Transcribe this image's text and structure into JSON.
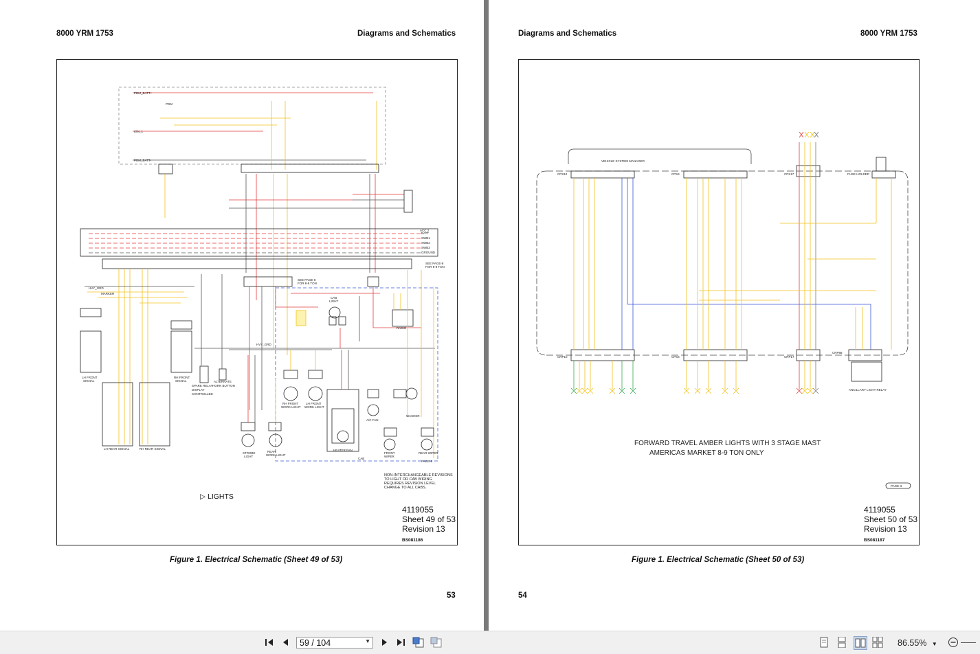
{
  "left_page": {
    "doc_id": "8000 YRM 1753",
    "section": "Diagrams and Schematics",
    "drawing_no": "4119055",
    "sheet": "Sheet 49 of 53",
    "revision": "Revision 13",
    "bs_number": "BS081186",
    "caption": "Figure 1. Electrical Schematic (Sheet 49 of 53)",
    "page_number": "53",
    "lights_label": "LIGHTS",
    "note_lines": [
      "NON-INTERCHANGEABLE REVISIONS",
      "TO LIGHT OR CAB WIRING",
      "REQUIRES REVISION LEVEL",
      "CHANGE TO ALL CABS."
    ]
  },
  "right_page": {
    "section": "Diagrams and Schematics",
    "doc_id": "8000 YRM 1753",
    "note_line1": "FORWARD TRAVEL AMBER LIGHTS WITH 3 STAGE MAST",
    "note_line2": "AMERICAS MARKET 8-9 TON ONLY",
    "drawing_no": "4119055",
    "sheet": "Sheet 50 of 53",
    "revision": "Revision 13",
    "bs_number": "BS081187",
    "caption": "Figure 1. Electrical Schematic (Sheet 50 of 53)",
    "page_number": "54",
    "vsm_label": "VEHICLE SYSTEM MANAGER",
    "fuse_holder": "FUSE HOLDER",
    "relay_label": "ANCILLARY LIGHT RELAY",
    "page_ref": "PAGE-3"
  },
  "toolbar": {
    "page_value": "59 / 104",
    "zoom_value": "86.55%"
  },
  "icons": [
    "first-page-icon",
    "prev-page-icon",
    "next-page-icon",
    "last-page-icon",
    "extract-page-icon",
    "replace-page-icon",
    "single-page-icon",
    "continuous-icon",
    "two-page-icon",
    "two-page-continuous-icon",
    "zoom-out-icon"
  ],
  "colors": {
    "wire_yellow": "#f2c21b",
    "wire_red": "#e23b3b",
    "wire_blue": "#3a55d6",
    "wire_green": "#35a84a",
    "background": "#7a7a7a"
  }
}
